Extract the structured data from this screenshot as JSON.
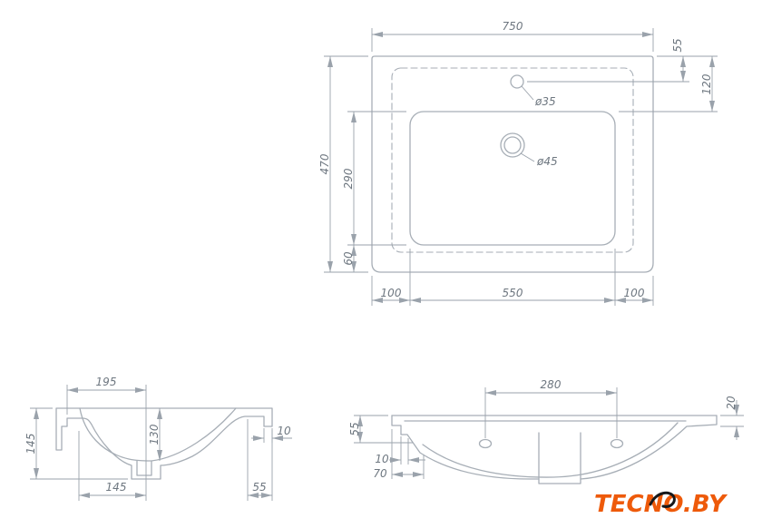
{
  "colors": {
    "line": "#a7aeb6",
    "dim": "#9aa2ab",
    "text": "#6e7780",
    "logo": "#ee5a0a",
    "swoosh": "#17181a",
    "bg": "#ffffff"
  },
  "logo": {
    "text": "TECNO.BY"
  },
  "top_view": {
    "dims": {
      "overall_width": "750",
      "overall_depth": "470",
      "basin_depth": "290",
      "front_margin": "60",
      "faucet_offset": "55",
      "back_margin": "120",
      "left_margin": "100",
      "basin_width": "550",
      "right_margin": "100"
    },
    "labels": {
      "faucet_hole_diameter": "ø35",
      "drain_diameter": "ø45"
    }
  },
  "side_view": {
    "dims": {
      "drain_offset_top": "195",
      "overall_height": "145",
      "bowl_depth": "130",
      "front_lip": "10",
      "drain_offset_bottom": "145",
      "front_overhang": "55"
    }
  },
  "front_view": {
    "dims": {
      "hole_spacing": "280",
      "edge_thickness": "20",
      "left_height": "55",
      "wall_offset_small": "10",
      "wall_offset_large": "70"
    }
  }
}
